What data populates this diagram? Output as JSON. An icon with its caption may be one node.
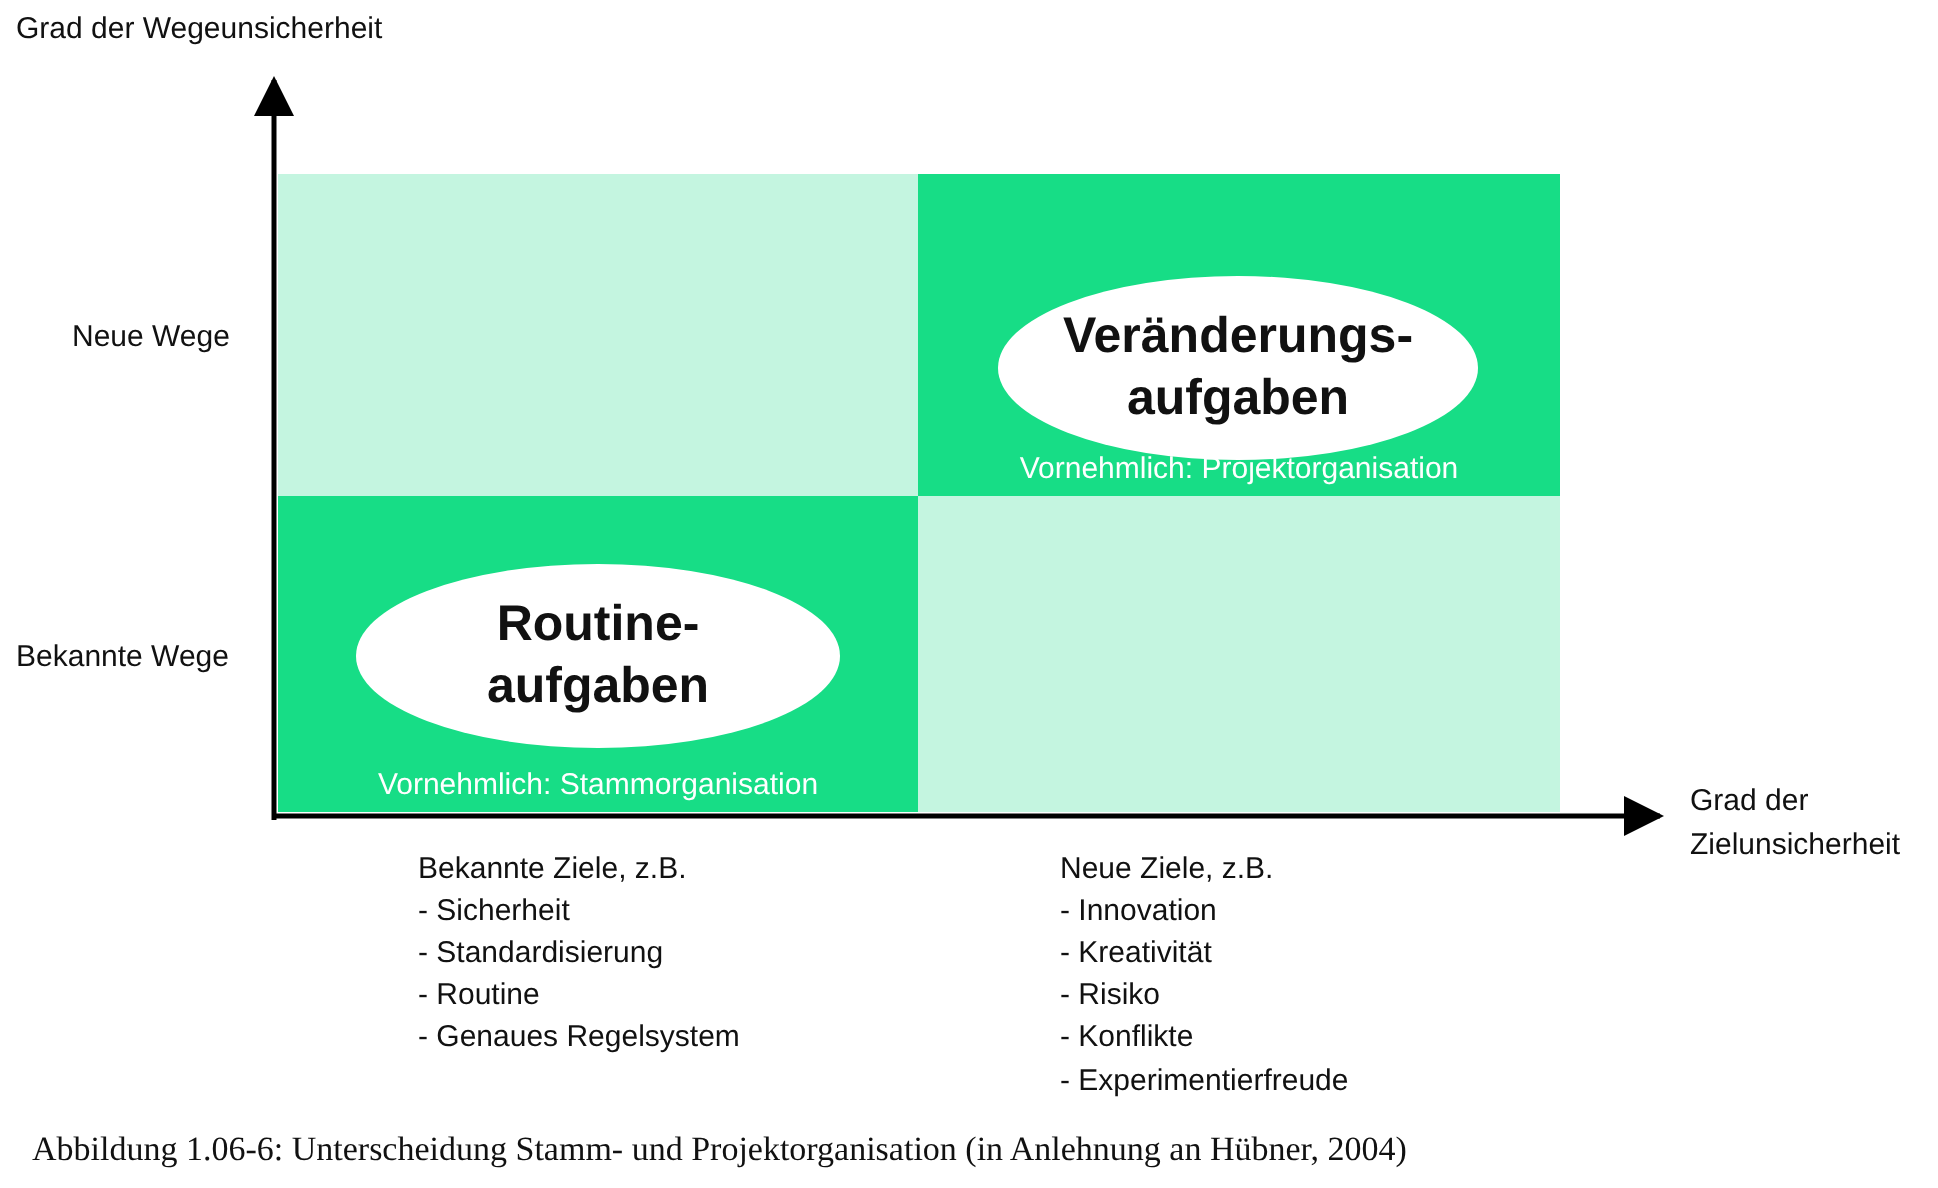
{
  "diagram": {
    "caption": "Abbildung 1.06-6: Unterscheidung Stamm- und Projektorganisation (in Anlehnung an Hübner, 2004)",
    "nodes": [
      {
        "text": [],
        "shape": "box"
      },
      {
        "text": [
          "Vornehmlich: Projektorganisation"
        ]
      },
      {
        "text": [
          "Veränderungs- aufgaben"
        ],
        "in": 1
      },
      {
        "text": [
          "Vornehmlich: Stammorganisation"
        ]
      },
      {
        "text": [
          "Routine- aufgaben"
        ],
        "in": 3
      },
      {
        "text": [],
        "shape": "box"
      }
    ],
    "edges": [],
    "labels": [
      "Grad der Wegeunsicherheit",
      "Neue Wege",
      "Bekannte Wege",
      "Grad der Zielunsicherheit",
      "Bekannte Ziele, z.B.",
      "- Sicherheit",
      "- Standardisierung",
      "- Routine",
      "- Genaues Regelsystem",
      "Neue Ziele, z.B.",
      "- Innovation",
      "- Kreativität",
      "- Risiko",
      "- Konflikte",
      "- Experimentierfreude"
    ]
  }
}
